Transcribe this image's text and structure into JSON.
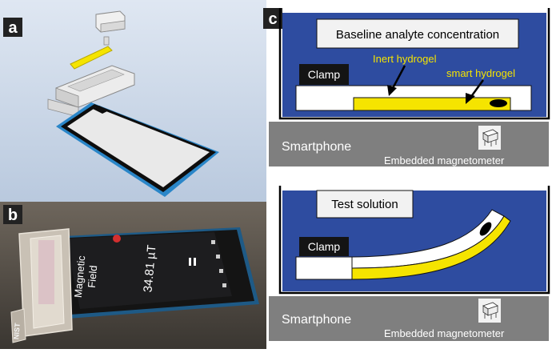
{
  "panels": {
    "a": {
      "label": "a"
    },
    "b": {
      "label": "b",
      "phone_screen": {
        "title": "Magnetic Field",
        "title_line1": "Magnetic",
        "title_line2": "Field",
        "value": "34.81 µT"
      },
      "device_brand": "NIST"
    },
    "c": {
      "label": "c",
      "top": {
        "title": "Baseline analyte concentration",
        "inert_label": "Inert hydrogel",
        "smart_label": "smart hydrogel",
        "clamp": "Clamp",
        "base_label": "Smartphone",
        "sensor_label": "Embedded magnetometer"
      },
      "bottom": {
        "title": "Test solution",
        "clamp": "Clamp",
        "base_label": "Smartphone",
        "sensor_label": "Embedded magnetometer"
      }
    }
  },
  "colors": {
    "solution_blue": "#2e4ca0",
    "hydrogel_yellow": "#f5e400",
    "base_gray": "#7f7f7f",
    "label_bg": "#222222",
    "sensor_box": "#f2f2f2"
  }
}
